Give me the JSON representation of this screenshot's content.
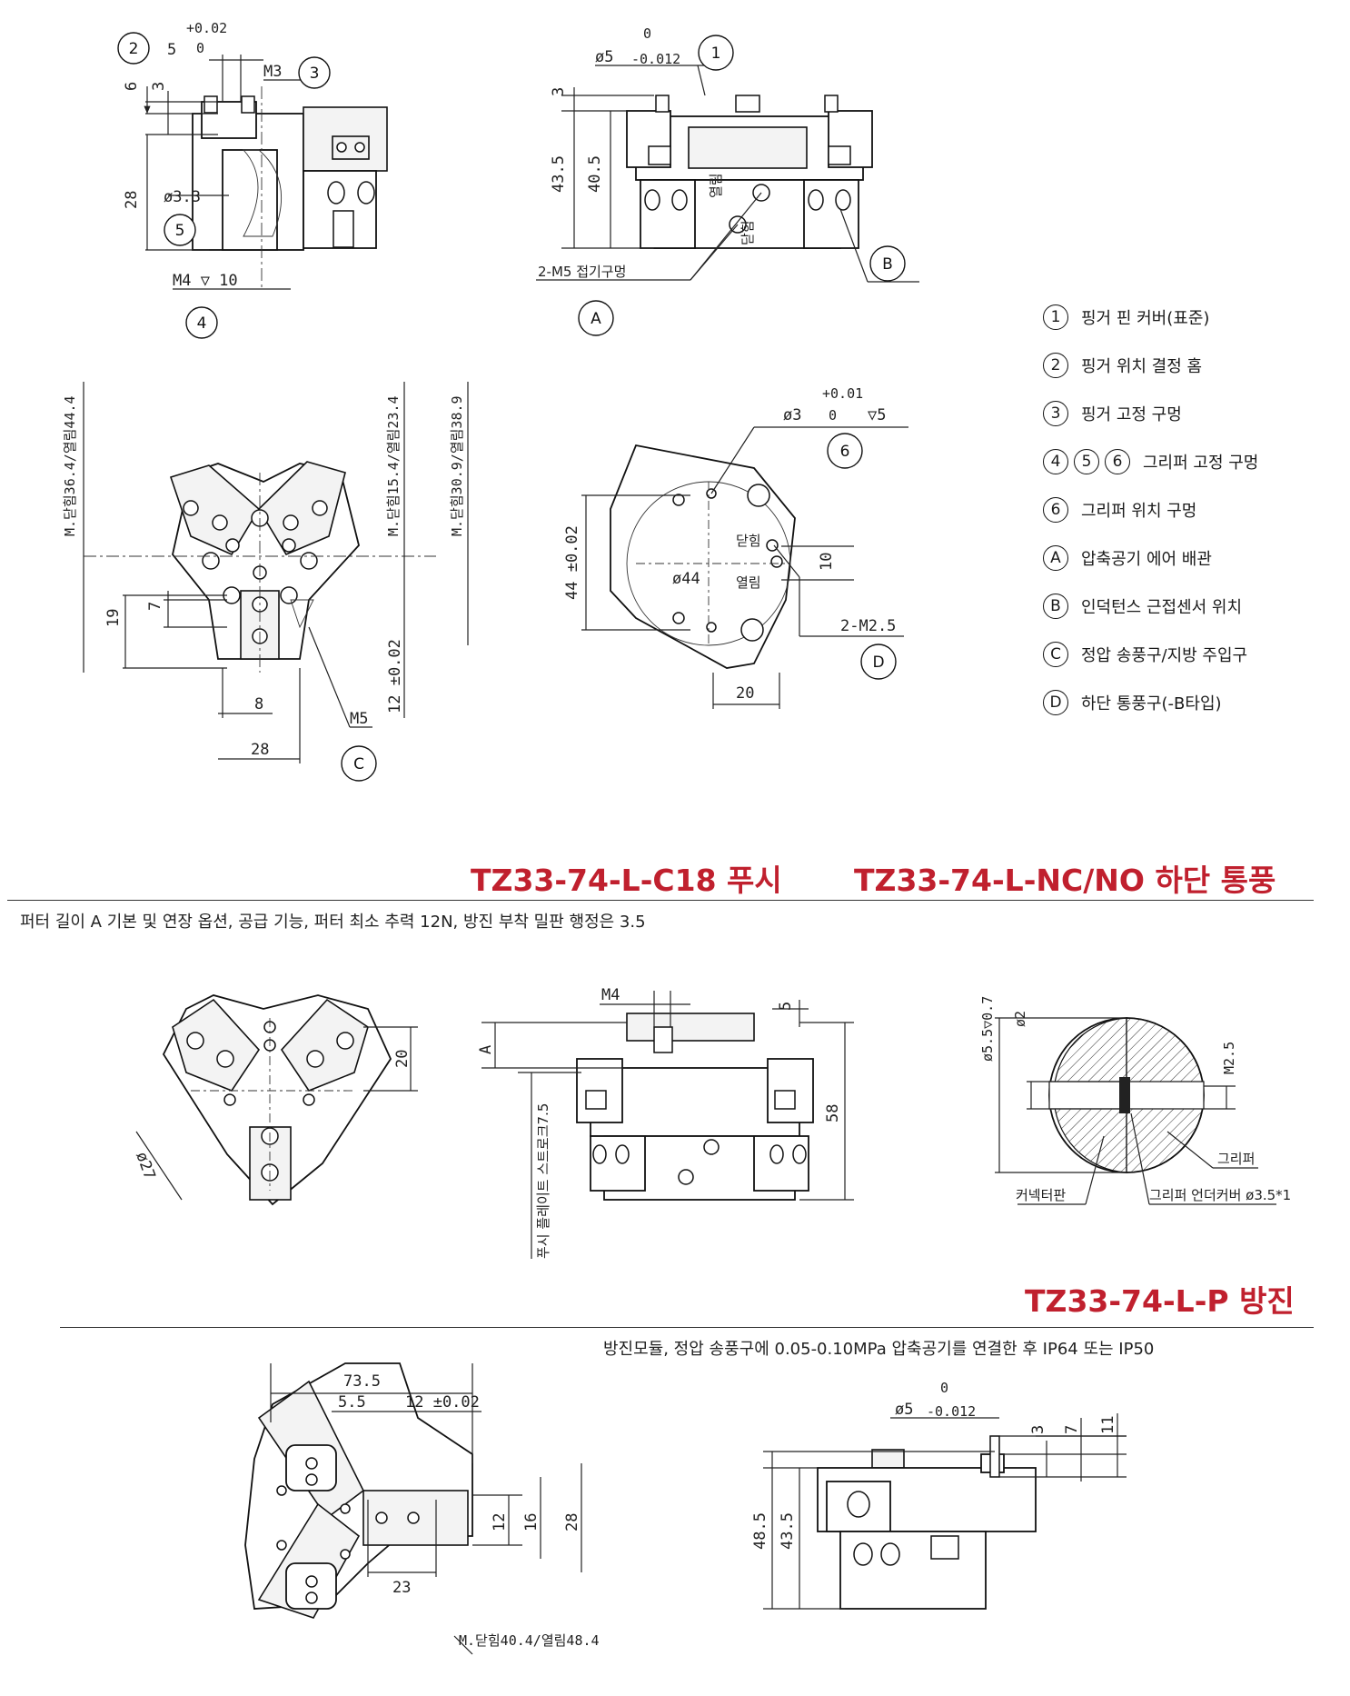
{
  "legend": [
    {
      "marks": [
        "1"
      ],
      "text": "핑거 핀 커버(표준)"
    },
    {
      "marks": [
        "2"
      ],
      "text": "핑거 위치 결정 홈"
    },
    {
      "marks": [
        "3"
      ],
      "text": "핑거 고정 구멍"
    },
    {
      "marks": [
        "4",
        "5",
        "6"
      ],
      "text": "그리퍼 고정 구멍"
    },
    {
      "marks": [
        "6"
      ],
      "text": "그리퍼 위치 구멍"
    },
    {
      "marks": [
        "A"
      ],
      "text": "압축공기 에어 배관"
    },
    {
      "marks": [
        "B"
      ],
      "text": "인덕턴스 근접센서 위치"
    },
    {
      "marks": [
        "C"
      ],
      "text": "정압 송풍구/지방 주입구"
    },
    {
      "marks": [
        "D"
      ],
      "text": "하단 통풍구(-B타입)"
    }
  ],
  "sections": {
    "push": {
      "title": "TZ33-74-L-C18 푸시",
      "desc": "퍼터 길이 A 기본 및 연장 옵션, 공급 기능, 퍼터 최소 추력 12N, 방진 부착 밀판 행정은 3.5"
    },
    "bottom": {
      "title": "TZ33-74-L-NC/NO 하단 통풍"
    },
    "dust": {
      "title": "TZ33-74-L-P 방진",
      "desc": "방진모듈, 정압 송풍구에 0.05-0.10MPa 압축공기를 연결한 후 IP64 또는 IP50"
    }
  },
  "callouts": {
    "c1": "1",
    "c2": "2",
    "c3": "3",
    "c4": "4",
    "c5": "5",
    "c6": "6",
    "cA": "A",
    "cB": "B",
    "cC": "C",
    "cD": "D"
  },
  "dims": {
    "d_5": "5",
    "d_tol002": "+0.02",
    "d_tol0": "0",
    "d_m3": "M3",
    "d_6": "6",
    "d_3": "3",
    "d_28": "28",
    "d_phi33": "ø3.3",
    "d_m4_10": "M4 ▽ 10",
    "d_phi5": "ø5",
    "d_0": "0",
    "d_m0012": "-0.012",
    "d_3b": "3",
    "d_435": "43.5",
    "d_405": "40.5",
    "t_open": "열림",
    "t_close": "닫힘",
    "d_2m5": "2-M5 접기구멍",
    "d_m1": "M.닫힘36.4/열림44.4",
    "d_m2": "M.닫힘15.4/열림23.4",
    "d_m3r": "M.닫힘30.9/열림38.9",
    "d_19": "19",
    "d_7": "7",
    "d_8": "8",
    "d_28b": "28",
    "d_12": "12 ±0.02",
    "d_m5": "M5",
    "d_phi3": "ø3",
    "d_tol001": "+0.01",
    "d_0b": "0",
    "d_v5": "▽5",
    "d_44": "44 ±0.02",
    "d_phi44": "ø44",
    "d_10": "10",
    "d_2m25": "2-M2.5",
    "d_20": "20",
    "d_20b": "20",
    "d_phi27": "ø27",
    "d_m4b": "M4",
    "d_5b": "5",
    "d_A": "A",
    "d_58": "58",
    "d_push": "푸시 플레이트 스트로크7.5",
    "d_phi55": "ø5.5▽0.7",
    "d_phi2": "ø2",
    "d_m25": "M2.5",
    "t_gripper": "그리퍼",
    "t_connector": "커넥터판",
    "t_cover": "그리퍼 언더커버 ø3.5*1",
    "d_735": "73.5",
    "d_55": "5.5",
    "d_12b": "12 ±0.02",
    "d_12c": "12",
    "d_16": "16",
    "d_28c": "28",
    "d_23": "23",
    "d_mbot": "M.닫힘40.4/열림48.4",
    "d_phi5b": "ø5",
    "d_0c": "0",
    "d_m0012b": "-0.012",
    "d_3c": "3",
    "d_7b": "7",
    "d_11": "11",
    "d_485": "48.5",
    "d_435b": "43.5"
  }
}
